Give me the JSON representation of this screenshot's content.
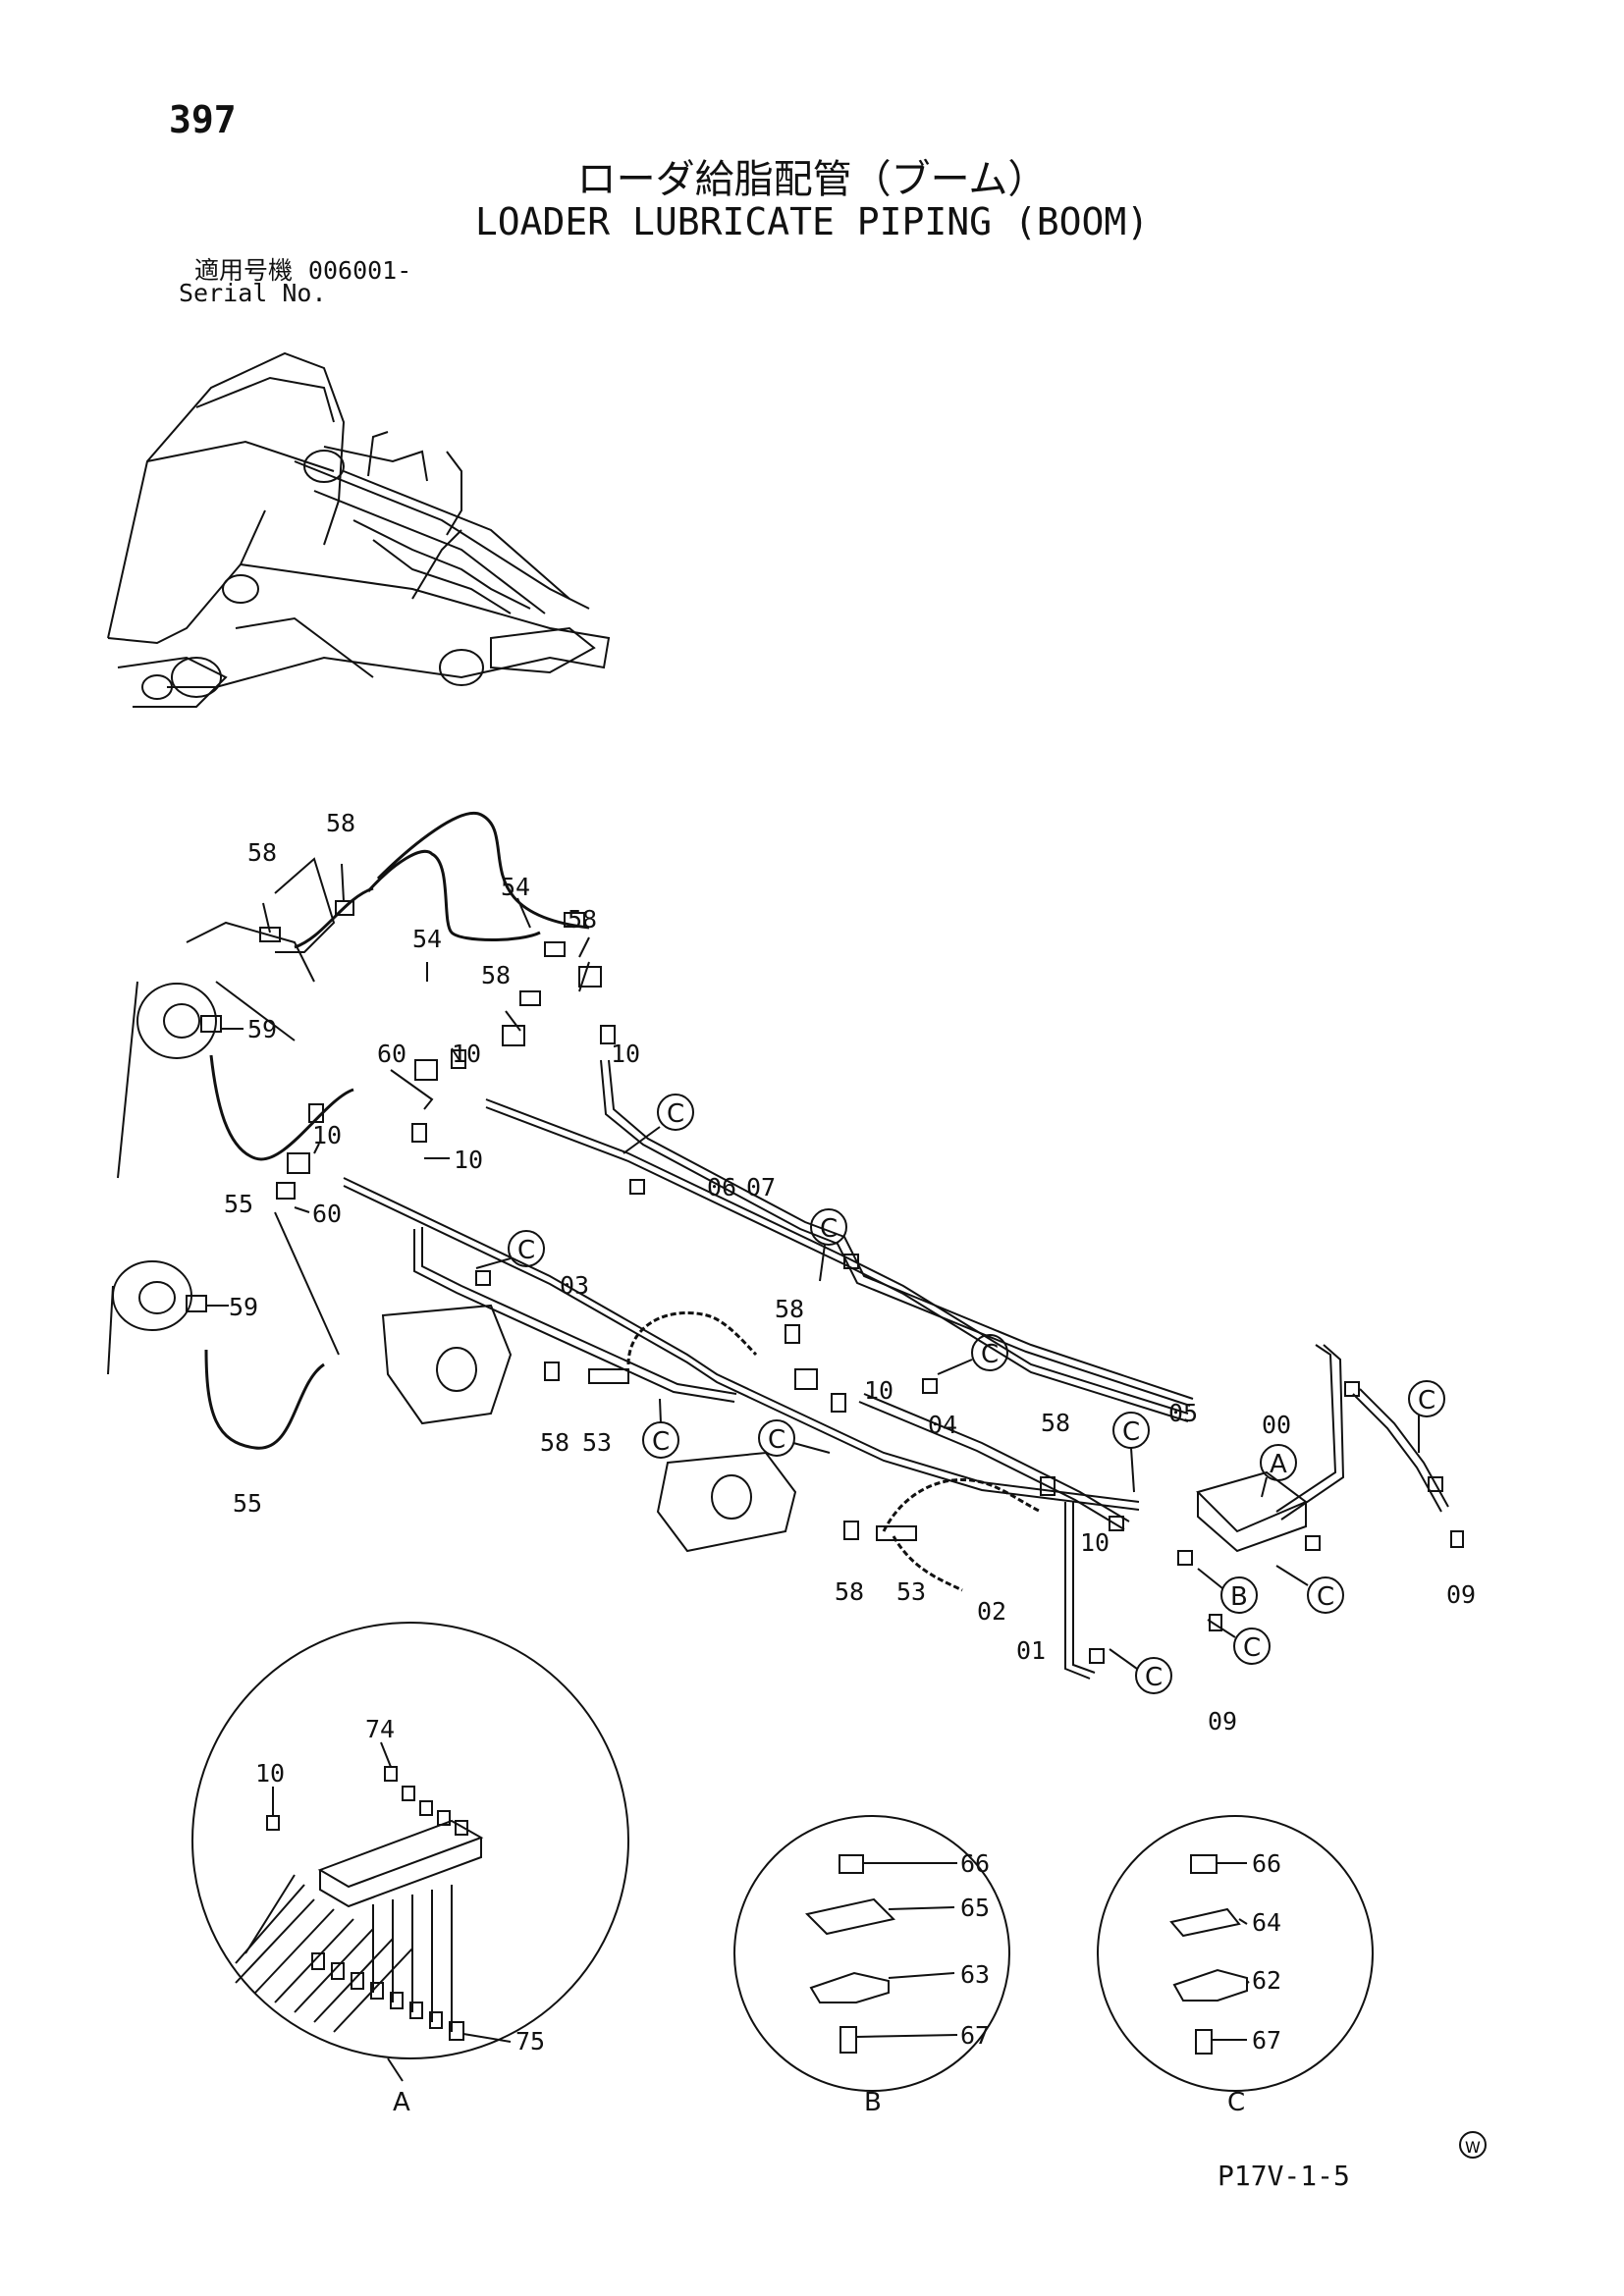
{
  "header": {
    "page_number": "397",
    "title_jp": "ローダ給脂配管（ブーム）",
    "title_en": "LOADER LUBRICATE PIPING (BOOM)",
    "serial_jp": "適用号機",
    "serial_value": "006001-",
    "serial_en": "Serial No."
  },
  "callouts": {
    "c": "C",
    "b": "B",
    "a": "A",
    "w": "W"
  },
  "parts": [
    "00",
    "01",
    "02",
    "03",
    "04",
    "05",
    "06",
    "07",
    "09",
    "10",
    "53",
    "54",
    "55",
    "58",
    "59",
    "60",
    "62",
    "63",
    "64",
    "65",
    "66",
    "67",
    "74",
    "75"
  ],
  "labels": [
    {
      "text": "58"
    },
    {
      "text": "58"
    },
    {
      "text": "54"
    },
    {
      "text": "58"
    },
    {
      "text": "54"
    },
    {
      "text": "58"
    },
    {
      "text": "59"
    },
    {
      "text": "10"
    },
    {
      "text": "60"
    },
    {
      "text": "10"
    },
    {
      "text": "10"
    },
    {
      "text": "10"
    },
    {
      "text": "55"
    },
    {
      "text": "60"
    },
    {
      "text": "06"
    },
    {
      "text": "07"
    },
    {
      "text": "03"
    },
    {
      "text": "59"
    },
    {
      "text": "58"
    },
    {
      "text": "58"
    },
    {
      "text": "53"
    },
    {
      "text": "10"
    },
    {
      "text": "04"
    },
    {
      "text": "58"
    },
    {
      "text": "05"
    },
    {
      "text": "00"
    },
    {
      "text": "55"
    },
    {
      "text": "58"
    },
    {
      "text": "53"
    },
    {
      "text": "02"
    },
    {
      "text": "10"
    },
    {
      "text": "01"
    },
    {
      "text": "09"
    },
    {
      "text": "09"
    },
    {
      "text": "74"
    },
    {
      "text": "10"
    },
    {
      "text": "75"
    },
    {
      "text": "66"
    },
    {
      "text": "65"
    },
    {
      "text": "63"
    },
    {
      "text": "67"
    },
    {
      "text": "66"
    },
    {
      "text": "64"
    },
    {
      "text": "62"
    },
    {
      "text": "67"
    }
  ],
  "detail_views": {
    "a": "A",
    "b": "B",
    "c": "C"
  },
  "footer": {
    "code": "P17V-1-5"
  }
}
